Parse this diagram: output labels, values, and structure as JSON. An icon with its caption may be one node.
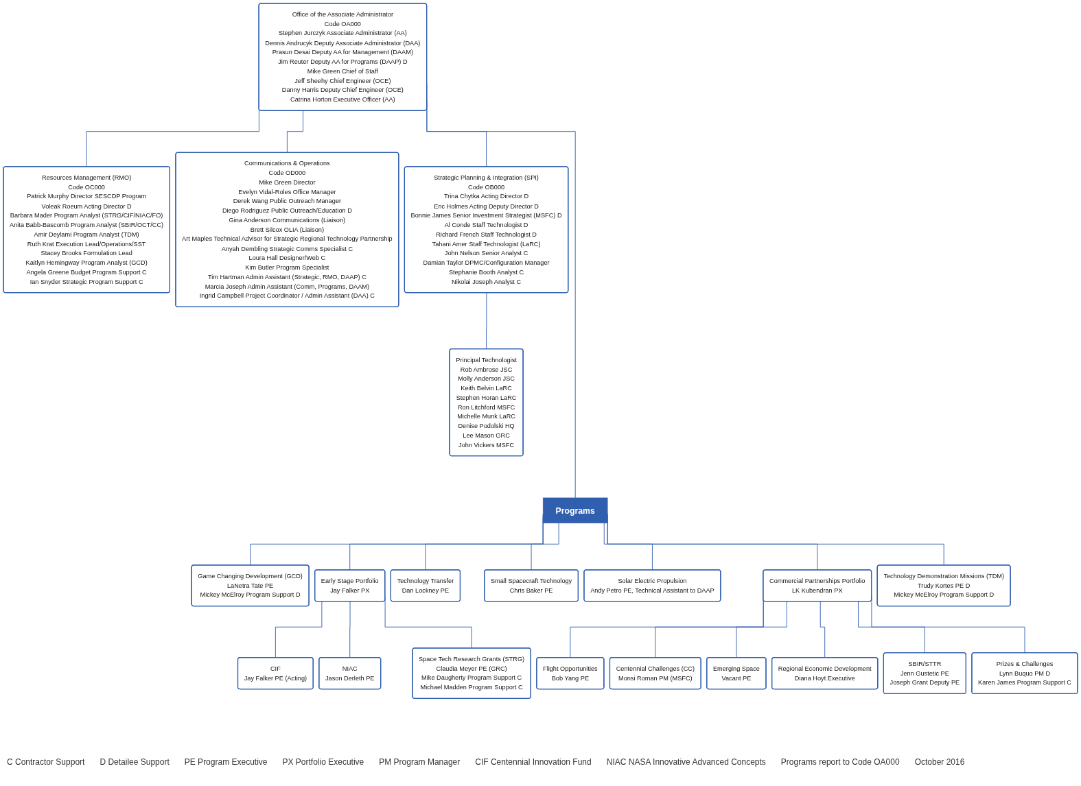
{
  "diagram": {
    "nodes": [
      {
        "text": [
          "Office of the Associate Administrator",
          "Code OA000",
          "Stephen Jurczyk Associate Administrator (AA)",
          "Dennis Andrucyk Deputy Associate Administrator (DAA)",
          "Prasun Desai Deputy AA for Management (DAAM)",
          "Jim Reuter Deputy AA for Programs (DAAP) D",
          "Mike Green Chief of Staff",
          "Jeff Sheehy Chief Engineer (OCE)",
          "Danny Harris Deputy Chief Engineer (OCE)",
          "Catrina Horton Executive Officer (AA)"
        ]
      },
      {
        "text": [
          "Resources Management (RMO)",
          "Code OC000",
          "Patrick Murphy Director SESCDP Program",
          "Voleak Roeum Acting Director D",
          "Barbara Mader Program Analyst (STRG/CIF/NIAC/FO)",
          "Anita Babb-Bascomb Program Analyst (SBIR/OCT/CC)",
          "Amir Deylami Program Analyst (TDM)",
          "Ruth Krat Execution Lead/Operations/SST",
          "Stacey Brooks Formulation Lead",
          "Kaitlyn Hemingway Program Analyst (GCD)",
          "Angela Greene Budget Program Support C",
          "Ian Snyder Strategic Program Support C"
        ]
      },
      {
        "text": [
          "Communications & Operations",
          "Code OD000",
          "Mike Green Director",
          "Evelyn Vidal-Roles Office Manager",
          "Derek Wang Public Outreach Manager",
          "Diego Rodriguez Public Outreach/Education D",
          "Gina Anderson Communications (Liaison)",
          "Brett Silcox OLIA (Liaison)",
          "Art Maples Technical Advisor for Strategic Regional Technology Partnership",
          "Anyah Dembling Strategic Comms Specialist C",
          "Loura Hall Designer/Web C",
          "Kim Butler Program Specialist",
          "Tim Hartman Admin Assistant (Strategic, RMO, DAAP) C",
          "Marcia Joseph Admin Assistant (Comm, Programs, DAAM)",
          "Ingrid Campbell Project Coordinator / Admin Assistant (DAA) C"
        ]
      },
      {
        "text": [
          "Principal Technologist",
          "Rob Ambrose JSC",
          "Molly Anderson JSC",
          "Keith Belvin LaRC",
          "Stephen Horan LaRC",
          "Ron Litchford MSFC",
          "Michelle Munk LaRC",
          "Denise Podolski HQ",
          "Lee Mason GRC",
          "John Vickers MSFC"
        ]
      },
      {
        "text": [
          "Strategic Planning & Integration (SPI)",
          "Code OB000",
          "Trina Chytka Acting Director D",
          "Eric Holmes Acting Deputy Director D",
          "Bonnie James Senior Investment Strategist (MSFC) D",
          "Al Conde Staff Technologist D",
          "Richard French Staff Technologist D",
          "Tahani Amer Staff Technologist (LaRC)",
          "John Nelson Senior Analyst C",
          "Damian Taylor DPMC/Configuration Manager",
          "Stephanie Booth Analyst C",
          "Nikolai Joseph Analyst C"
        ]
      },
      {
        "text": [
          "Programs"
        ]
      },
      {
        "text": [
          "Game Changing Development (GCD)",
          "LaNetra Tate PE",
          "Mickey McElroy Program Support D"
        ]
      },
      {
        "text": [
          "Early Stage Portfolio",
          "Jay Falker PX"
        ]
      },
      {
        "text": [
          "Technology Transfer",
          "Dan Lockney PE"
        ]
      },
      {
        "text": [
          "Small Spacecraft Technology",
          "Chris Baker PE"
        ]
      },
      {
        "text": [
          "Solar Electric Propulsion",
          "Andy Petro PE, Technical Assistant to DAAP"
        ]
      },
      {
        "text": [
          "Commercial Partnerships Portfolio",
          "LK Kubendran PX"
        ]
      },
      {
        "text": [
          "Technology Demonstration Missions (TDM)",
          "Trudy Kortes PE D",
          "Mickey McElroy Program Support D"
        ]
      },
      {
        "text": [
          "CIF",
          "Jay Falker PE (Acting)"
        ]
      },
      {
        "text": [
          "NIAC",
          "Jason Derleth PE"
        ]
      },
      {
        "text": [
          "Space Tech Research Grants (STRG)",
          "Claudia Meyer PE (GRC)",
          "Mike Daugherty Program Support C",
          "Michael Madden Program Support C"
        ]
      },
      {
        "text": [
          "Flight Opportunities",
          "Bob Yang PE"
        ]
      },
      {
        "text": [
          "Centennial Challenges (CC)",
          "Monsi Roman PM (MSFC)"
        ]
      },
      {
        "text": [
          "Emerging Space",
          "Vacant PE"
        ]
      },
      {
        "text": [
          "Regional Economic Development",
          "Diana Hoyt Executive"
        ]
      },
      {
        "text": [
          "SBIR/STTR",
          "Jenn Gustetic PE",
          "Joseph Grant Deputy PE"
        ]
      },
      {
        "text": [
          "Prizes & Challenges",
          "Lynn Buquo PM D",
          "Karen James Program Support C"
        ]
      }
    ],
    "edges": [
      {
        "from": 0,
        "to": 1,
        "arrow": "none"
      },
      {
        "from": 0,
        "to": 2,
        "arrow": "none"
      },
      {
        "from": 0,
        "to": 4,
        "arrow": "none"
      },
      {
        "from": 4,
        "to": 3,
        "arrow": "none"
      },
      {
        "from": 0,
        "to": 5,
        "arrow": "none"
      },
      {
        "from": 5,
        "to": 6,
        "arrow": "none"
      },
      {
        "from": 5,
        "to": 7,
        "arrow": "none"
      },
      {
        "from": 5,
        "to": 8,
        "arrow": "none"
      },
      {
        "from": 5,
        "to": 9,
        "arrow": "none"
      },
      {
        "from": 5,
        "to": 10,
        "arrow": "none"
      },
      {
        "from": 5,
        "to": 11,
        "arrow": "none"
      },
      {
        "from": 5,
        "to": 12,
        "arrow": "none"
      },
      {
        "from": 7,
        "to": 13,
        "arrow": "none"
      },
      {
        "from": 7,
        "to": 14,
        "arrow": "none"
      },
      {
        "from": 7,
        "to": 15,
        "arrow": "none"
      },
      {
        "from": 11,
        "to": 16,
        "arrow": "none"
      },
      {
        "from": 11,
        "to": 17,
        "arrow": "none"
      },
      {
        "from": 11,
        "to": 18,
        "arrow": "none"
      },
      {
        "from": 11,
        "to": 19,
        "arrow": "none"
      },
      {
        "from": 11,
        "to": 20,
        "arrow": "none"
      },
      {
        "from": 11,
        "to": 21,
        "arrow": "none"
      }
    ],
    "labels": [
      "C Contractor Support",
      "D Detailee Support",
      "PE Program Executive",
      "PX Portfolio Executive",
      "PM Program Manager",
      "CIF Centennial Innovation Fund",
      "NIAC NASA Innovative Advanced Concepts",
      "Programs report to Code OA000",
      "October 2016"
    ]
  }
}
